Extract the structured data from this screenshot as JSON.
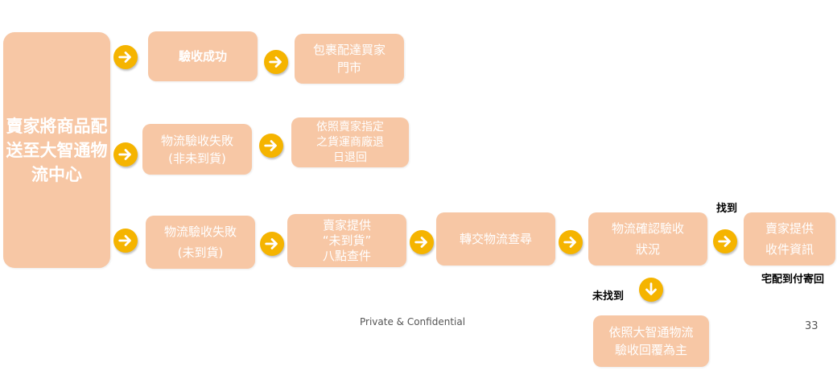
{
  "diagram": {
    "source": "賣家將商品配送至大智通物流中心",
    "row1": {
      "step1": "驗收成功",
      "step2": "包裹配達買家\n門市"
    },
    "row2": {
      "step1": "物流驗收失敗\n(非未到貨)",
      "step2": "依照賣家指定\n之貨運商廠退\n日退回"
    },
    "row3": {
      "step1": "物流驗收失敗\n(未到貨)",
      "step2": "賣家提供\n“未到貨”\n八點查件",
      "step3": "轉交物流查尋",
      "step4": "物流確認驗收\n狀況",
      "step5": "賣家提供\n收件資訊",
      "found_label": "找到",
      "not_found_label": "未找到",
      "return_label": "宅配到付寄回",
      "not_found_result": "依照大智通物流\n驗收回覆為主"
    }
  },
  "footer": {
    "confidential": "Private & Confidential",
    "page_number": "33"
  },
  "colors": {
    "box": "#f7c7a5",
    "arrow": "#f5b400",
    "text": "#ffffff"
  },
  "icons": {
    "flow_arrow": "arrow-right-icon",
    "down_arrow": "arrow-down-icon"
  }
}
